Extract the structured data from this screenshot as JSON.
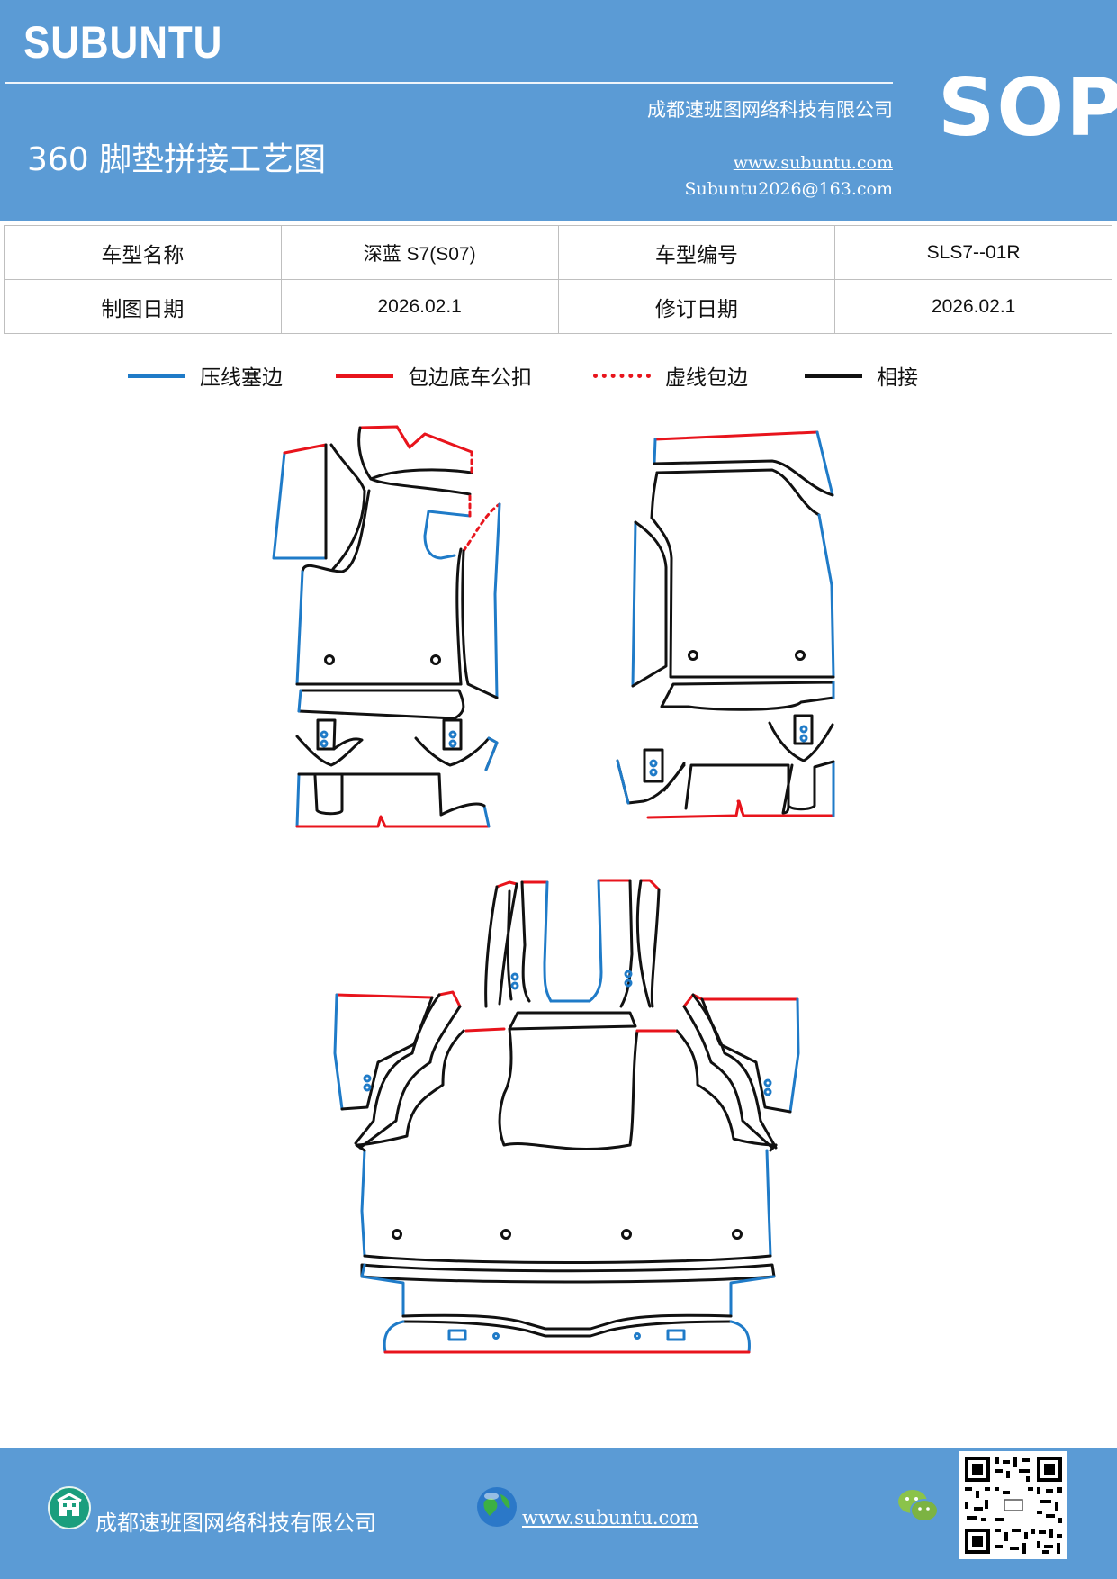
{
  "header": {
    "brand": "SUBUNTU",
    "badge": "SOP",
    "title": "360 脚垫拼接工艺图",
    "company": "成都速班图网络科技有限公司",
    "website": "www.subuntu.com",
    "email": "Subuntu2026@163.com"
  },
  "info_table": {
    "row1": [
      "车型名称",
      "深蓝 S7(S07)",
      "车型编号",
      "SLS7--01R"
    ],
    "row2": [
      "制图日期",
      "2026.02.1",
      "修订日期",
      "2026.02.1"
    ]
  },
  "legend": [
    {
      "label": "压线塞边",
      "color": "#1f7bc8",
      "style": "solid"
    },
    {
      "label": "包边底车公扣",
      "color": "#e8141c",
      "style": "solid"
    },
    {
      "label": "虚线包边",
      "color": "#e8141c",
      "style": "dotted"
    },
    {
      "label": "相接",
      "color": "#111111",
      "style": "solid"
    }
  ],
  "colors": {
    "header_bg": "#5b9bd5",
    "blue_edge": "#1f7bc8",
    "red_edge": "#e8141c",
    "black_edge": "#111111"
  },
  "footer": {
    "company": "成都速班图网络科技有限公司",
    "website": "www.subuntu.com",
    "icons": [
      "building-icon",
      "globe-icon",
      "wechat-icon",
      "qr-code"
    ]
  }
}
